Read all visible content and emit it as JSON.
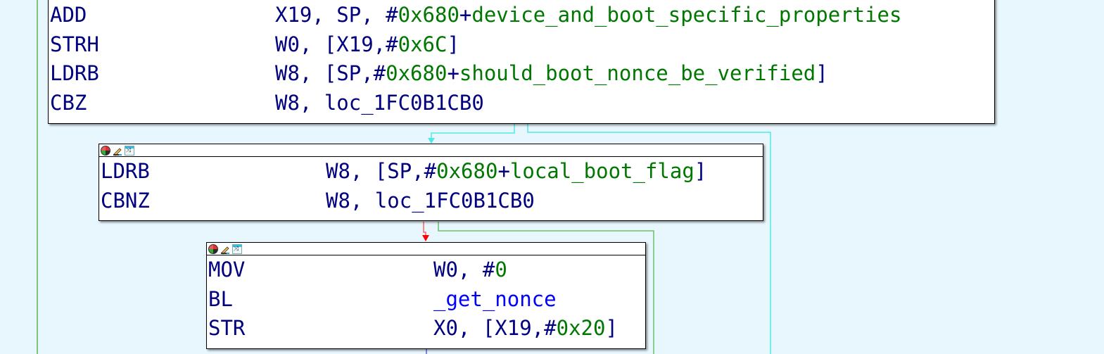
{
  "colors": {
    "background": "#e8f7fd",
    "mnemonic": "#000080",
    "operand_register": "#000080",
    "operand_symbol": "#007700",
    "operand_function": "#0000ff",
    "edge_true": "#4fe8e8",
    "edge_false": "#6cbf6c",
    "edge_taken_red": "#ff0000",
    "edge_plain": "#6060ff"
  },
  "header_icons": [
    "color-palette-icon",
    "edit-node-icon",
    "graph-view-icon"
  ],
  "blocks": [
    {
      "id": "block-top",
      "has_header": false,
      "lines": [
        {
          "mnemonic": "ADD",
          "ops": [
            {
              "t": "X19, SP, #",
              "c": "kw"
            },
            {
              "t": "0x680",
              "c": "gr"
            },
            {
              "t": "+",
              "c": "kw"
            },
            {
              "t": "device_and_boot_specific_properties",
              "c": "gr"
            }
          ]
        },
        {
          "mnemonic": "STRH",
          "ops": [
            {
              "t": "W0, [X19,#",
              "c": "kw"
            },
            {
              "t": "0x6C",
              "c": "gr"
            },
            {
              "t": "]",
              "c": "kw"
            }
          ]
        },
        {
          "mnemonic": "LDRB",
          "ops": [
            {
              "t": "W8, [SP,#",
              "c": "kw"
            },
            {
              "t": "0x680",
              "c": "gr"
            },
            {
              "t": "+",
              "c": "kw"
            },
            {
              "t": "should_boot_nonce_be_verified",
              "c": "gr"
            },
            {
              "t": "]",
              "c": "kw"
            }
          ]
        },
        {
          "mnemonic": "CBZ",
          "ops": [
            {
              "t": "W8, loc_1FC0B1CB0",
              "c": "kw"
            }
          ]
        }
      ]
    },
    {
      "id": "block-mid",
      "has_header": true,
      "lines": [
        {
          "mnemonic": "LDRB",
          "ops": [
            {
              "t": "W8, [SP,#",
              "c": "kw"
            },
            {
              "t": "0x680",
              "c": "gr"
            },
            {
              "t": "+",
              "c": "kw"
            },
            {
              "t": "local_boot_flag",
              "c": "gr"
            },
            {
              "t": "]",
              "c": "kw"
            }
          ]
        },
        {
          "mnemonic": "CBNZ",
          "ops": [
            {
              "t": "W8, loc_1FC0B1CB0",
              "c": "kw"
            }
          ]
        }
      ]
    },
    {
      "id": "block-bottom",
      "has_header": true,
      "lines": [
        {
          "mnemonic": "MOV",
          "ops": [
            {
              "t": "W0, #",
              "c": "kw"
            },
            {
              "t": "0",
              "c": "gr"
            }
          ]
        },
        {
          "mnemonic": "BL",
          "ops": [
            {
              "t": "_get_nonce",
              "c": "bl"
            }
          ]
        },
        {
          "mnemonic": "STR",
          "ops": [
            {
              "t": "X0, [X19,#",
              "c": "kw"
            },
            {
              "t": "0x20",
              "c": "gr"
            },
            {
              "t": "]",
              "c": "kw"
            }
          ]
        }
      ]
    }
  ]
}
